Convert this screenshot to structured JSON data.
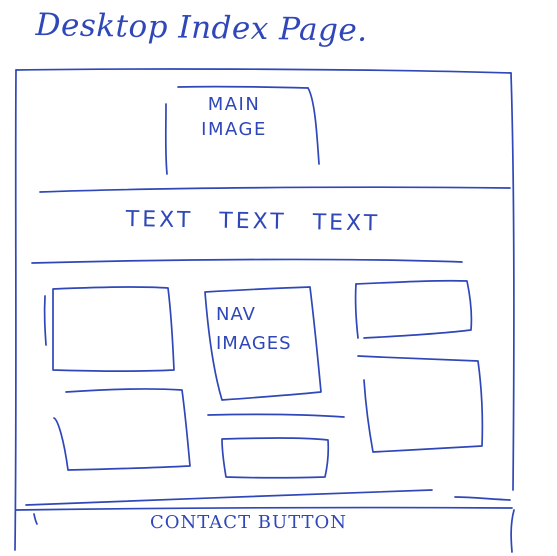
{
  "sketch": {
    "title": "Desktop Index Page.",
    "main_image_label": "MAIN IMAGE",
    "text_row_label": "TEXT TEXT TEXT",
    "nav_images_label": "NAV IMAGES",
    "contact_button_label": "CONTACT BUTTON",
    "ink_color": "#2f47b8"
  }
}
